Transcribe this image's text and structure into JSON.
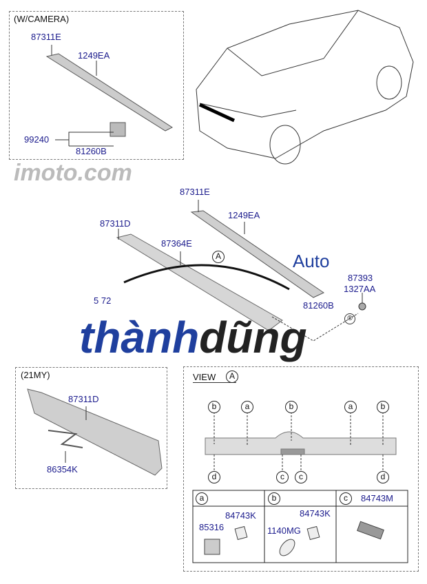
{
  "panels": {
    "camera": {
      "title": "(W/CAMERA)",
      "labels": [
        "87311E",
        "1249EA",
        "99240",
        "81260B"
      ]
    },
    "main": {
      "labels": {
        "garnish_upper": "87311E",
        "bolt": "1249EA",
        "garnish_lower": "87311D",
        "seal": "87364E",
        "left_hidden": "5 72",
        "clip": "87393",
        "nut": "1327AA",
        "camera": "81260B"
      },
      "view_marker": "A"
    },
    "my21": {
      "title": "(21MY)",
      "labels": [
        "87311D",
        "86354K"
      ]
    },
    "view": {
      "title": "VIEW",
      "marker": "A",
      "top_callouts": [
        "b",
        "a",
        "b",
        "a",
        "b"
      ],
      "bottom_callouts": [
        "d",
        "c",
        "c",
        "d"
      ],
      "table": [
        {
          "key": "a",
          "header_part": "",
          "parts": [
            "84743K",
            "85316"
          ]
        },
        {
          "key": "b",
          "header_part": "",
          "parts": [
            "84743K",
            "1140MG"
          ]
        },
        {
          "key": "c",
          "header_part": "84743M",
          "parts": []
        }
      ]
    }
  },
  "watermark": {
    "brand": "thành",
    "brand2": "dũng",
    "suffix": "Auto",
    "bg_text": "imoto.com",
    "colors": {
      "blue": "#1f3f9e",
      "dark": "#222222"
    }
  }
}
